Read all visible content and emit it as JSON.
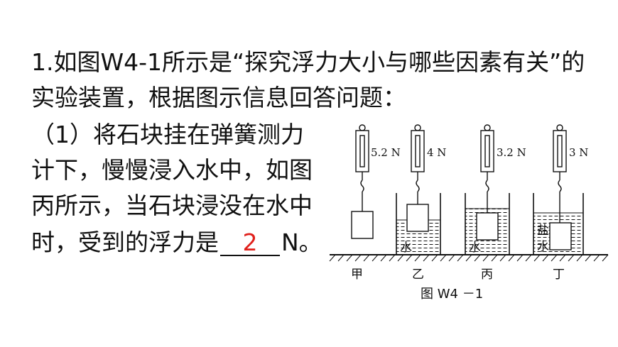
{
  "question": {
    "line1": "1.如图W4-1所示是“探究浮力大小与哪些因素有关”的",
    "line2": "实验装置，根据图示信息回答问题：",
    "part1_line1": "（1）将石块挂在弹簧测力",
    "part1_line2": "计下，慢慢浸入水中，如图",
    "part1_line3": "丙所示，当石块浸没在水中",
    "part1_line4_before": "时，受到的浮力是",
    "answer": "2",
    "part1_line4_after": "N。"
  },
  "figure": {
    "caption": "图 W4 －1",
    "setups": [
      {
        "reading": "5.2 N",
        "label": "甲",
        "liquid": ""
      },
      {
        "reading": "4 N",
        "label": "乙",
        "liquid": "水"
      },
      {
        "reading": "3.2 N",
        "label": "丙",
        "liquid": "水"
      },
      {
        "reading": "3 N",
        "label": "丁",
        "liquid": "盐水"
      }
    ],
    "colors": {
      "answer": "#e0201b",
      "line": "#111111"
    }
  }
}
